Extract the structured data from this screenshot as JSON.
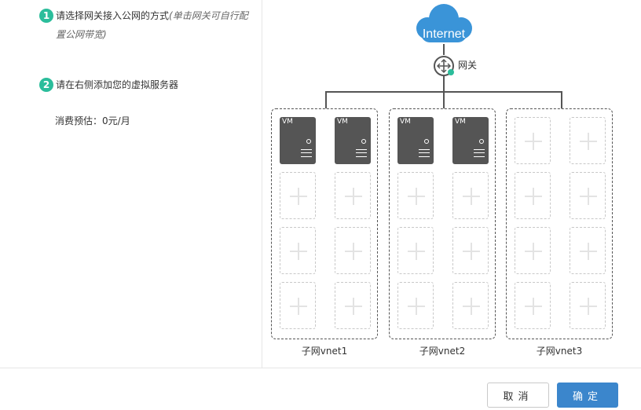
{
  "steps": [
    {
      "number": "1",
      "text": "请选择网关接入公网的方式",
      "hint": "(单击网关可自行配置公网带宽)"
    },
    {
      "number": "2",
      "text": "请在右侧添加您的虚拟服务器"
    }
  ],
  "cost": {
    "label": "消费预估：",
    "value": "0元/月"
  },
  "diagram": {
    "internet_label": "Internet",
    "gateway_label": "网关",
    "vm_label": "VM",
    "vnets": [
      {
        "name": "子网vnet1",
        "vm_count": 2,
        "slots": 8
      },
      {
        "name": "子网vnet2",
        "vm_count": 2,
        "slots": 8
      },
      {
        "name": "子网vnet3",
        "vm_count": 0,
        "slots": 8
      }
    ]
  },
  "buttons": {
    "cancel": "取消",
    "confirm": "确定"
  },
  "colors": {
    "accent": "#3b86cc",
    "step_badge": "#2bbd9b",
    "cloud": "#3a94d8",
    "vm": "#555555"
  }
}
